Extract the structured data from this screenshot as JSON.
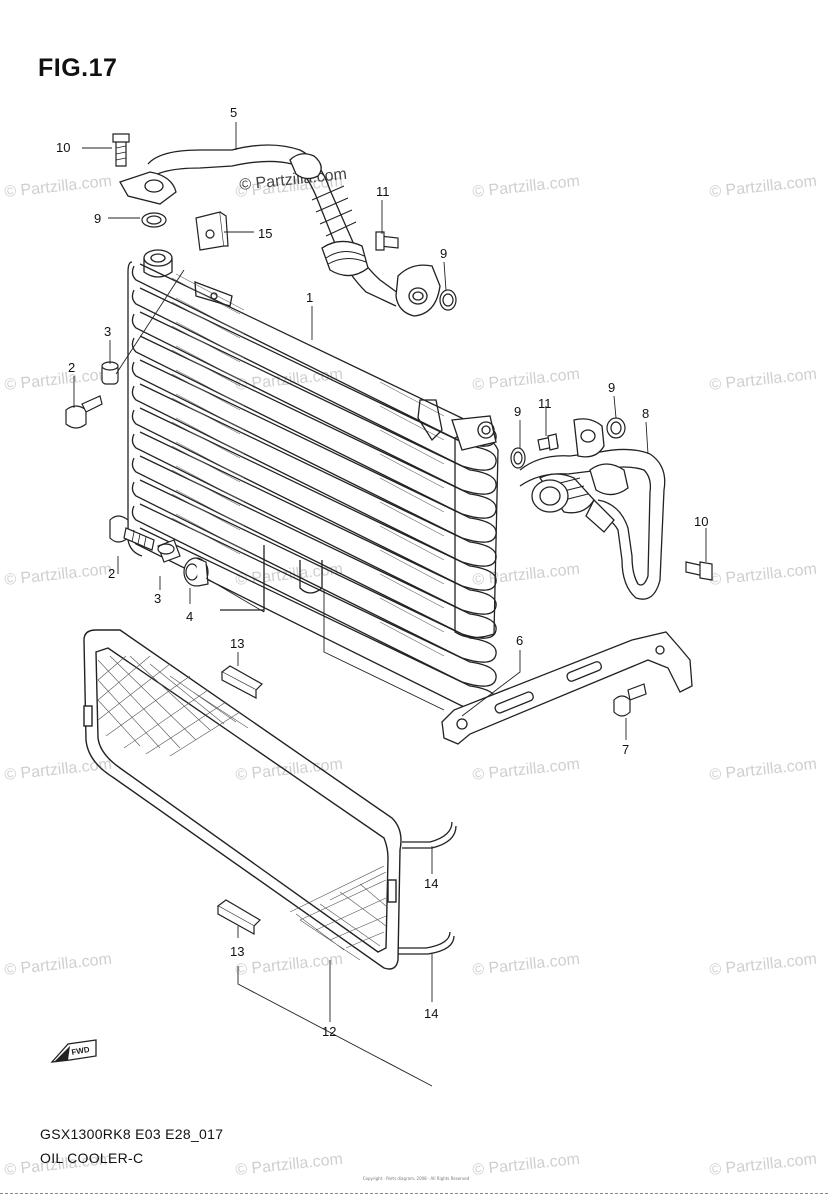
{
  "figure": {
    "title": "FIG.17",
    "model_code": "GSX1300RK8 E03 E28_017",
    "diagram_name": "OIL COOLER-C",
    "copyright_line": "Copyright · Parts diagram, 2008 · All Rights Reserved"
  },
  "watermark": {
    "text": "© Partzilla.com",
    "color": "#c8c8c8"
  },
  "fwd_label": "FWD",
  "callouts": [
    {
      "id": "c1",
      "number": "1"
    },
    {
      "id": "c2a",
      "number": "2"
    },
    {
      "id": "c2b",
      "number": "2"
    },
    {
      "id": "c3a",
      "number": "3"
    },
    {
      "id": "c3b",
      "number": "3"
    },
    {
      "id": "c4",
      "number": "4"
    },
    {
      "id": "c5",
      "number": "5"
    },
    {
      "id": "c6",
      "number": "6"
    },
    {
      "id": "c7",
      "number": "7"
    },
    {
      "id": "c8",
      "number": "8"
    },
    {
      "id": "c9a",
      "number": "9"
    },
    {
      "id": "c9b",
      "number": "9"
    },
    {
      "id": "c9c",
      "number": "9"
    },
    {
      "id": "c9d",
      "number": "9"
    },
    {
      "id": "c10a",
      "number": "10"
    },
    {
      "id": "c10b",
      "number": "10"
    },
    {
      "id": "c11a",
      "number": "11"
    },
    {
      "id": "c11b",
      "number": "11"
    },
    {
      "id": "c12",
      "number": "12"
    },
    {
      "id": "c13a",
      "number": "13"
    },
    {
      "id": "c13b",
      "number": "13"
    },
    {
      "id": "c14a",
      "number": "14"
    },
    {
      "id": "c14b",
      "number": "14"
    },
    {
      "id": "c15",
      "number": "15"
    }
  ]
}
